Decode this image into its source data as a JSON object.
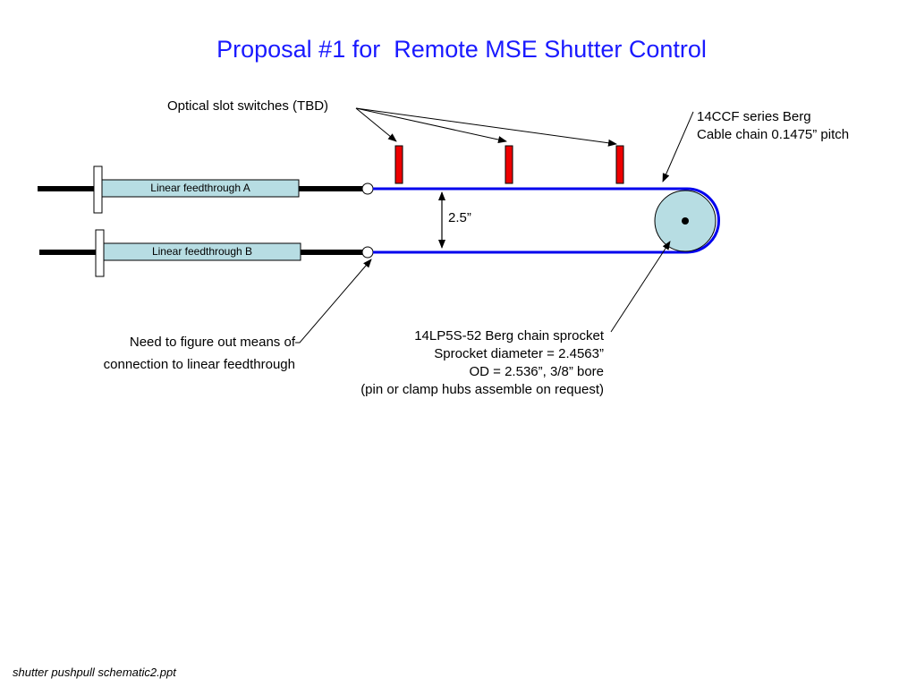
{
  "title": "Proposal #1 for  Remote MSE Shutter Control",
  "labels": {
    "optical_switches": "Optical slot switches (TBD)",
    "chain_line1": "14CCF series Berg",
    "chain_line2": "Cable chain 0.1475” pitch",
    "feedthrough_a": "Linear feedthrough A",
    "feedthrough_b": "Linear feedthrough B",
    "spacing": "2.5”",
    "connection_line1": "Need to figure out means of",
    "connection_line2": "connection to linear feedthrough",
    "sprocket_line1": "14LP5S-52 Berg chain sprocket",
    "sprocket_line2": "Sprocket diameter = 2.4563”",
    "sprocket_line3": "OD = 2.536”, 3/8” bore",
    "sprocket_line4": "(pin or clamp hubs assemble on request)"
  },
  "footer": "shutter pushpull schematic2.ppt",
  "colors": {
    "title": "#1a1aff",
    "chain": "#0000ee",
    "switch": "#ee0000",
    "feedthrough_fill": "#b7dde3",
    "sprocket_fill": "#b7dde3"
  }
}
